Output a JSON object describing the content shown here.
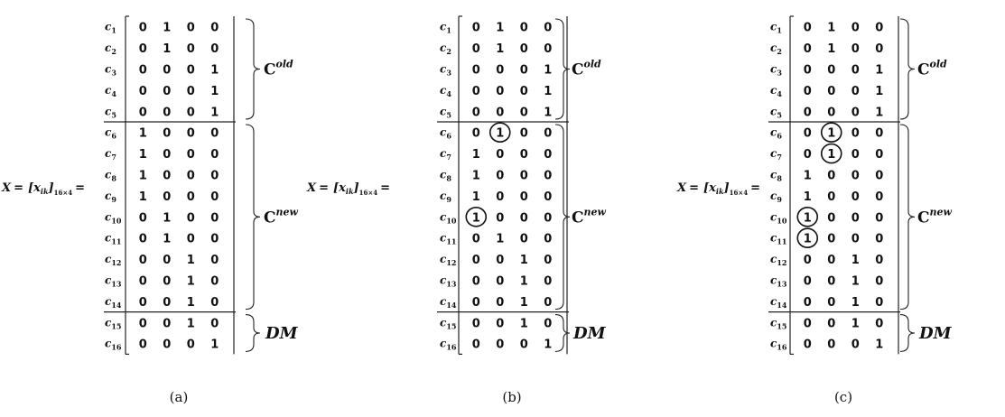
{
  "rows": [
    {
      "base": "c",
      "sub": "1"
    },
    {
      "base": "c",
      "sub": "2"
    },
    {
      "base": "c",
      "sub": "3"
    },
    {
      "base": "c",
      "sub": "4"
    },
    {
      "base": "c",
      "sub": "5"
    },
    {
      "base": "c",
      "sub": "6"
    },
    {
      "base": "c",
      "sub": "7"
    },
    {
      "base": "c",
      "sub": "8"
    },
    {
      "base": "c",
      "sub": "9"
    },
    {
      "base": "c",
      "sub": "10"
    },
    {
      "base": "c",
      "sub": "11"
    },
    {
      "base": "c",
      "sub": "12"
    },
    {
      "base": "c",
      "sub": "13"
    },
    {
      "base": "c",
      "sub": "14"
    },
    {
      "base": "c",
      "sub": "15"
    },
    {
      "base": "c",
      "sub": "16"
    }
  ],
  "equation": {
    "lhs": "X",
    "eq": "=",
    "entry": "x",
    "entry_sub": "ik",
    "dims": "16×4"
  },
  "groups": [
    {
      "name": "old",
      "base": "C",
      "sup": "old",
      "start": 0,
      "end": 4
    },
    {
      "name": "new",
      "base": "C",
      "sup": "new",
      "start": 5,
      "end": 13
    },
    {
      "name": "dm",
      "base": "DM",
      "sup": "",
      "start": 14,
      "end": 15
    }
  ],
  "panels": [
    {
      "id": "a",
      "caption": "(a)",
      "matrix": [
        [
          0,
          1,
          0,
          0
        ],
        [
          0,
          1,
          0,
          0
        ],
        [
          0,
          0,
          0,
          1
        ],
        [
          0,
          0,
          0,
          1
        ],
        [
          0,
          0,
          0,
          1
        ],
        [
          1,
          0,
          0,
          0
        ],
        [
          1,
          0,
          0,
          0
        ],
        [
          1,
          0,
          0,
          0
        ],
        [
          1,
          0,
          0,
          0
        ],
        [
          0,
          1,
          0,
          0
        ],
        [
          0,
          1,
          0,
          0
        ],
        [
          0,
          0,
          1,
          0
        ],
        [
          0,
          0,
          1,
          0
        ],
        [
          0,
          0,
          1,
          0
        ],
        [
          0,
          0,
          1,
          0
        ],
        [
          0,
          0,
          0,
          1
        ]
      ],
      "circled": []
    },
    {
      "id": "b",
      "caption": "(b)",
      "matrix": [
        [
          0,
          1,
          0,
          0
        ],
        [
          0,
          1,
          0,
          0
        ],
        [
          0,
          0,
          0,
          1
        ],
        [
          0,
          0,
          0,
          1
        ],
        [
          0,
          0,
          0,
          1
        ],
        [
          0,
          1,
          0,
          0
        ],
        [
          1,
          0,
          0,
          0
        ],
        [
          1,
          0,
          0,
          0
        ],
        [
          1,
          0,
          0,
          0
        ],
        [
          1,
          0,
          0,
          0
        ],
        [
          0,
          1,
          0,
          0
        ],
        [
          0,
          0,
          1,
          0
        ],
        [
          0,
          0,
          1,
          0
        ],
        [
          0,
          0,
          1,
          0
        ],
        [
          0,
          0,
          1,
          0
        ],
        [
          0,
          0,
          0,
          1
        ]
      ],
      "circled": [
        [
          5,
          1
        ],
        [
          9,
          0
        ]
      ]
    },
    {
      "id": "c",
      "caption": "(c)",
      "matrix": [
        [
          0,
          1,
          0,
          0
        ],
        [
          0,
          1,
          0,
          0
        ],
        [
          0,
          0,
          0,
          1
        ],
        [
          0,
          0,
          0,
          1
        ],
        [
          0,
          0,
          0,
          1
        ],
        [
          0,
          1,
          0,
          0
        ],
        [
          0,
          1,
          0,
          0
        ],
        [
          1,
          0,
          0,
          0
        ],
        [
          1,
          0,
          0,
          0
        ],
        [
          1,
          0,
          0,
          0
        ],
        [
          1,
          0,
          0,
          0
        ],
        [
          0,
          0,
          1,
          0
        ],
        [
          0,
          0,
          1,
          0
        ],
        [
          0,
          0,
          1,
          0
        ],
        [
          0,
          0,
          1,
          0
        ],
        [
          0,
          0,
          0,
          1
        ]
      ],
      "circled": [
        [
          5,
          1
        ],
        [
          6,
          1
        ],
        [
          9,
          0
        ],
        [
          10,
          0
        ]
      ]
    }
  ]
}
